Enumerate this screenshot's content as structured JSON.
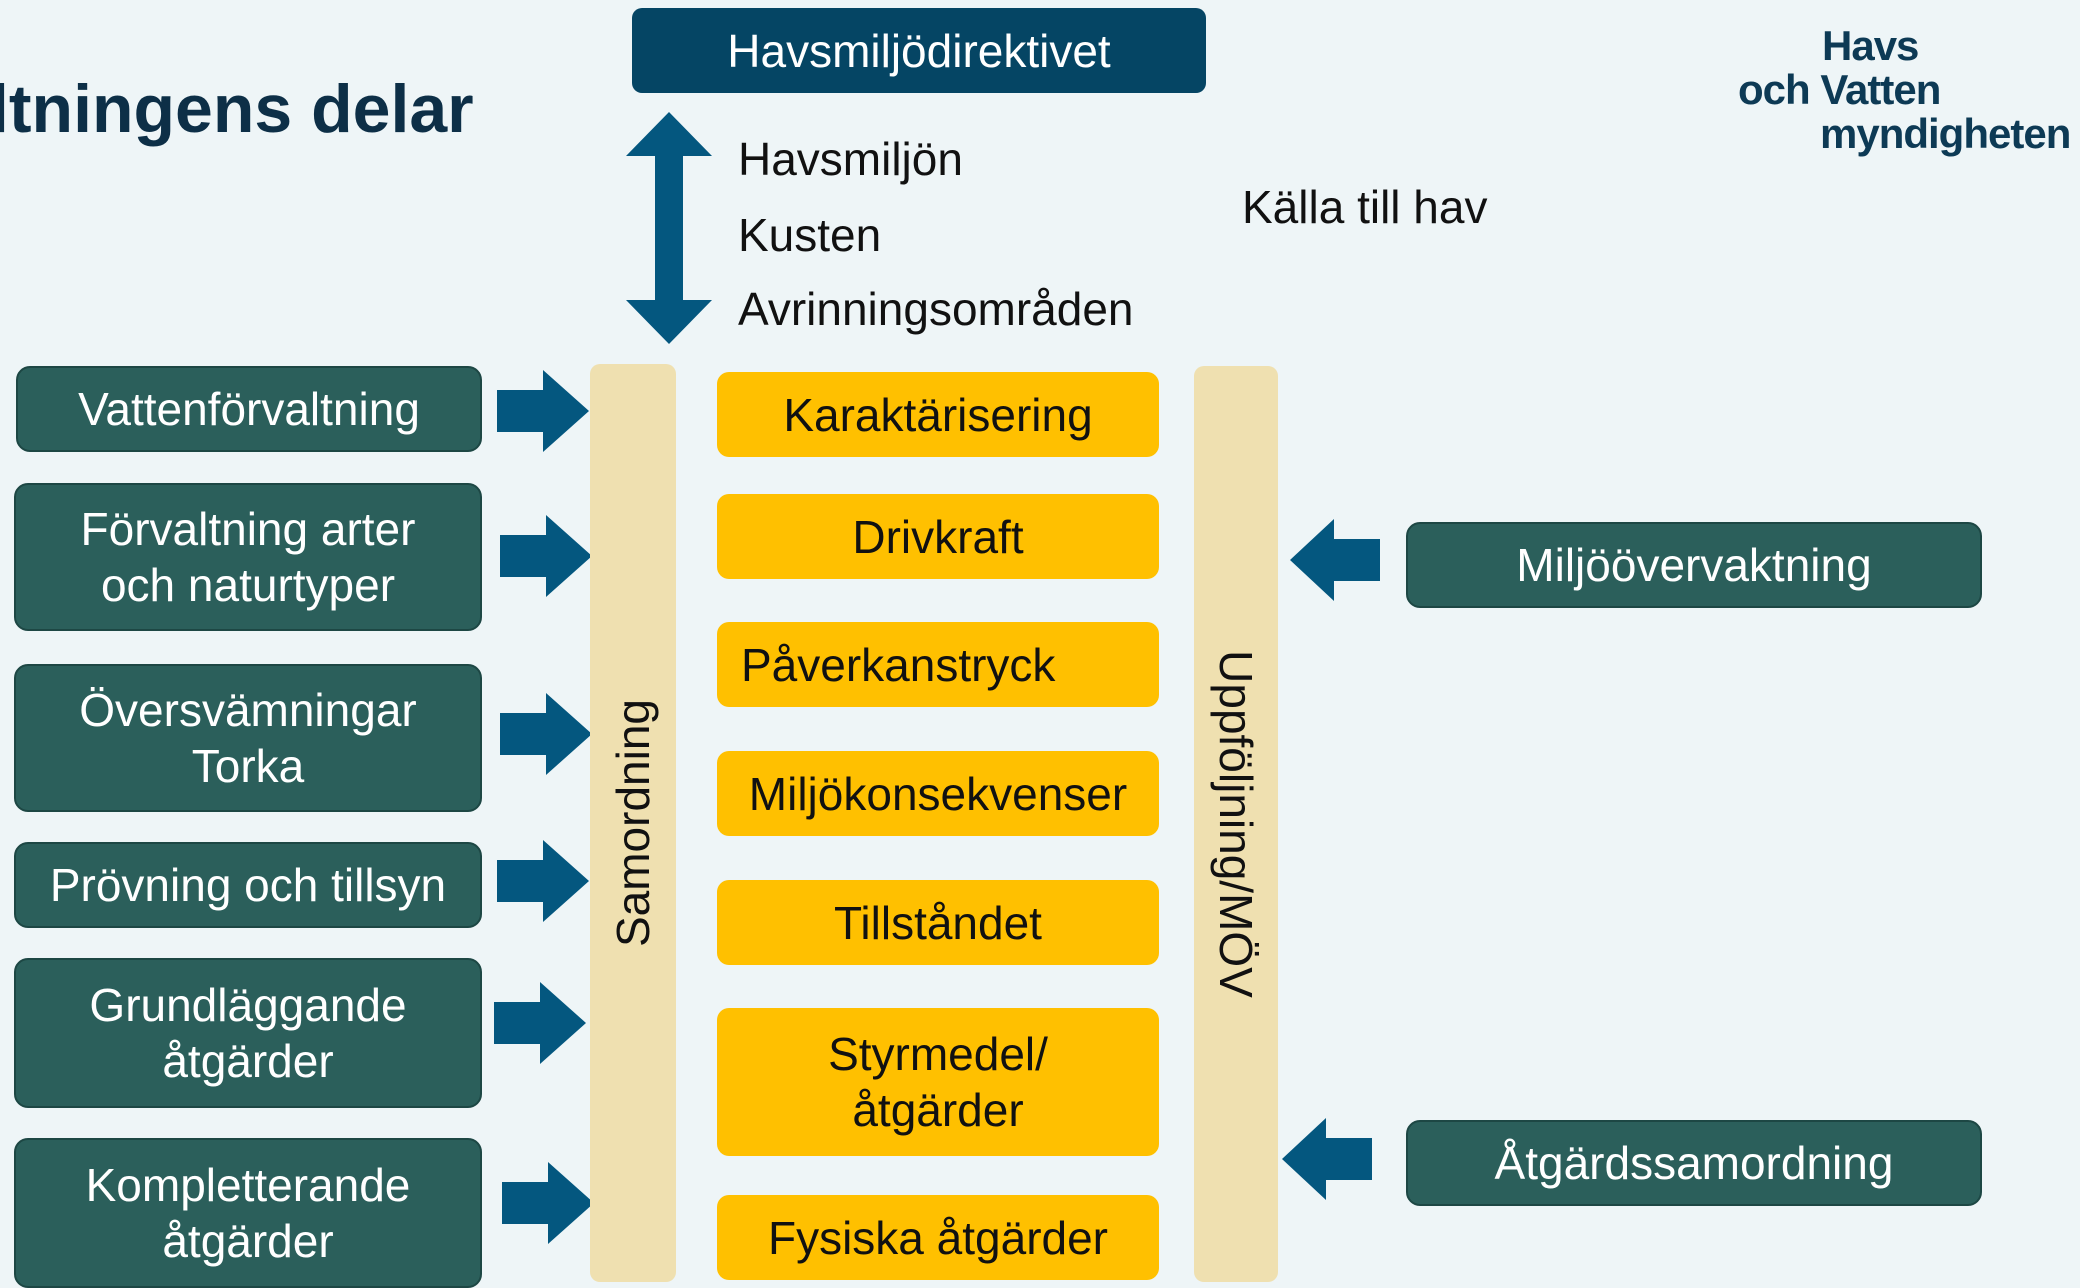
{
  "title": "ltningens delar",
  "logo": {
    "line1": "Havs",
    "line2": "och Vatten",
    "line3": "myndigheten"
  },
  "top_box": "Havsmiljödirektivet",
  "scope_list": [
    "Havsmiljön",
    "Kusten",
    "Avrinningsområden"
  ],
  "source_label": "Källa till hav",
  "left_boxes": [
    {
      "line1": "Vattenförvaltning",
      "line2": ""
    },
    {
      "line1": "Förvaltning arter",
      "line2": "och naturtyper"
    },
    {
      "line1": "Översvämningar",
      "line2": "Torka"
    },
    {
      "line1": "Prövning och tillsyn",
      "line2": ""
    },
    {
      "line1": "Grundläggande",
      "line2": "åtgärder"
    },
    {
      "line1": "Kompletterande",
      "line2": "åtgärder"
    }
  ],
  "left_column_label": "Samordning",
  "right_column_label": "Uppföljning/MÖV",
  "center_steps": [
    {
      "line1": "Karaktärisering",
      "line2": ""
    },
    {
      "line1": "Drivkraft",
      "line2": ""
    },
    {
      "line1": "Påverkanstryck",
      "line2": ""
    },
    {
      "line1": "Miljökonsekvenser",
      "line2": ""
    },
    {
      "line1": "Tillståndet",
      "line2": ""
    },
    {
      "line1": "Styrmedel/",
      "line2": "åtgärder"
    },
    {
      "line1": "Fysiska åtgärder",
      "line2": ""
    }
  ],
  "right_boxes": [
    "Miljöövervaktning",
    "Åtgärdssamordning"
  ],
  "colors": {
    "dark_teal": "#2b5f5b",
    "navy": "#054564",
    "arrow_blue": "#04577f",
    "yellow": "#ffc000",
    "beige": "#efe0b0",
    "background": "#eef5f7"
  }
}
